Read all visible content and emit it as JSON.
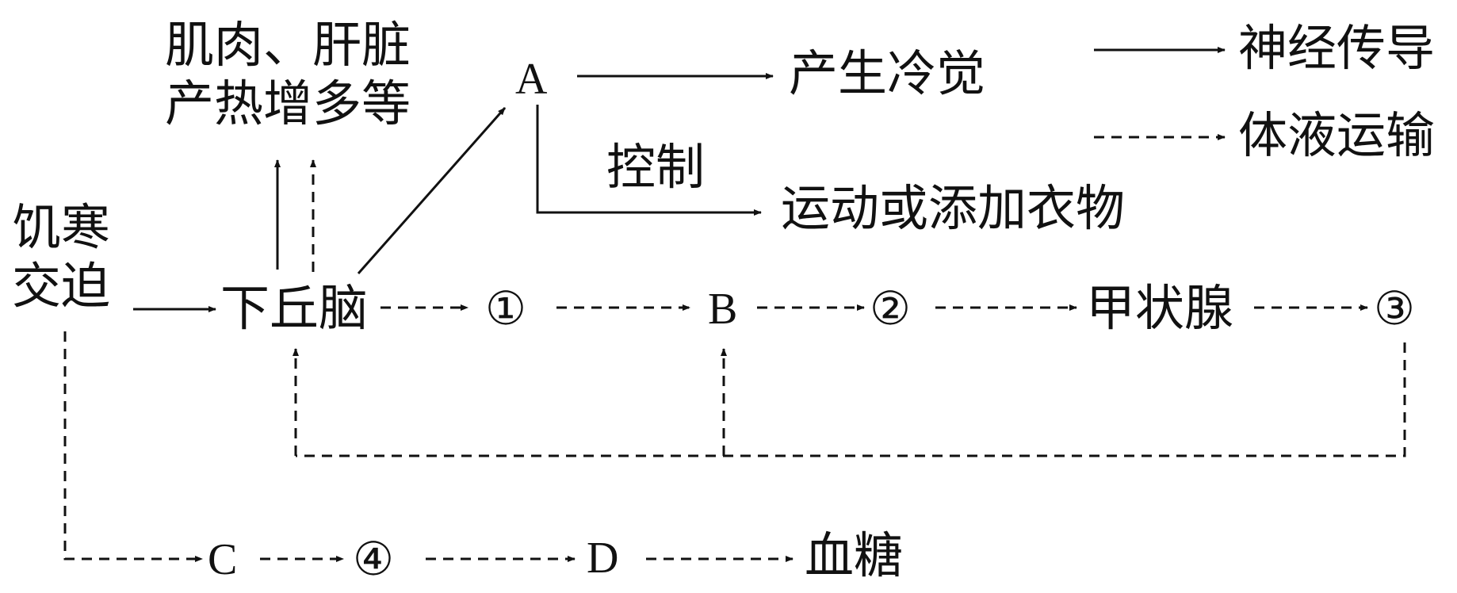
{
  "nodes": {
    "cold_stress_line1": "饥寒",
    "cold_stress_line2": "交迫",
    "hypothalamus": "下丘脑",
    "node_1": "①",
    "node_B": "B",
    "node_2": "②",
    "thyroid": "甲状腺",
    "node_3": "③",
    "node_A": "A",
    "cold_sensation": "产生冷觉",
    "control_label": "控制",
    "behavior": "运动或添加衣物",
    "heat_line1": "肌肉、肝脏",
    "heat_line2": "产热增多等",
    "node_C": "C",
    "node_4": "④",
    "node_D": "D",
    "blood_sugar": "血糖"
  },
  "legend": {
    "neural": "神经传导",
    "humoral": "体液运输"
  },
  "colors": {
    "ink": "#111111",
    "background": "#ffffff"
  }
}
